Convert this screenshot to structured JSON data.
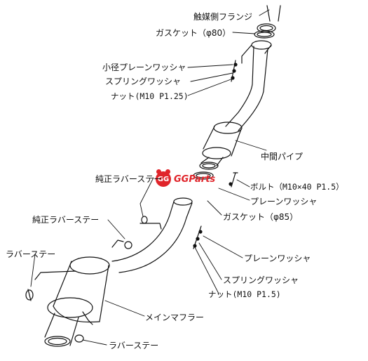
{
  "labels": {
    "catalyst_flange": "触媒側フランジ",
    "gasket_80": "ガスケット（φ80）",
    "small_plain_washer": "小径プレーンワッシャ",
    "spring_washer_top": "スプリングワッシャ",
    "nut_m10_p125": "ナット(M10 P1.25)",
    "center_pipe": "中間パイプ",
    "oem_rubber_stay_1": "純正ラバーステー",
    "bolt": "ボルト（M10×40 P1.5）",
    "plain_washer_top": "プレーンワッシャ",
    "gasket_85": "ガスケット（φ85）",
    "oem_rubber_stay_2": "純正ラバーステー",
    "rubber_stay_left": "ラバーステー",
    "plain_washer_bottom": "プレーンワッシャ",
    "spring_washer_bottom": "スプリングワッシャ",
    "nut_m10_p15": "ナット(M10 P1.5)",
    "main_muffler": "メインマフラー",
    "rubber_stay_bottom": "ラバーステー"
  },
  "logo": {
    "badge": "GG",
    "text": "GGParts",
    "color": "#e0242a"
  }
}
